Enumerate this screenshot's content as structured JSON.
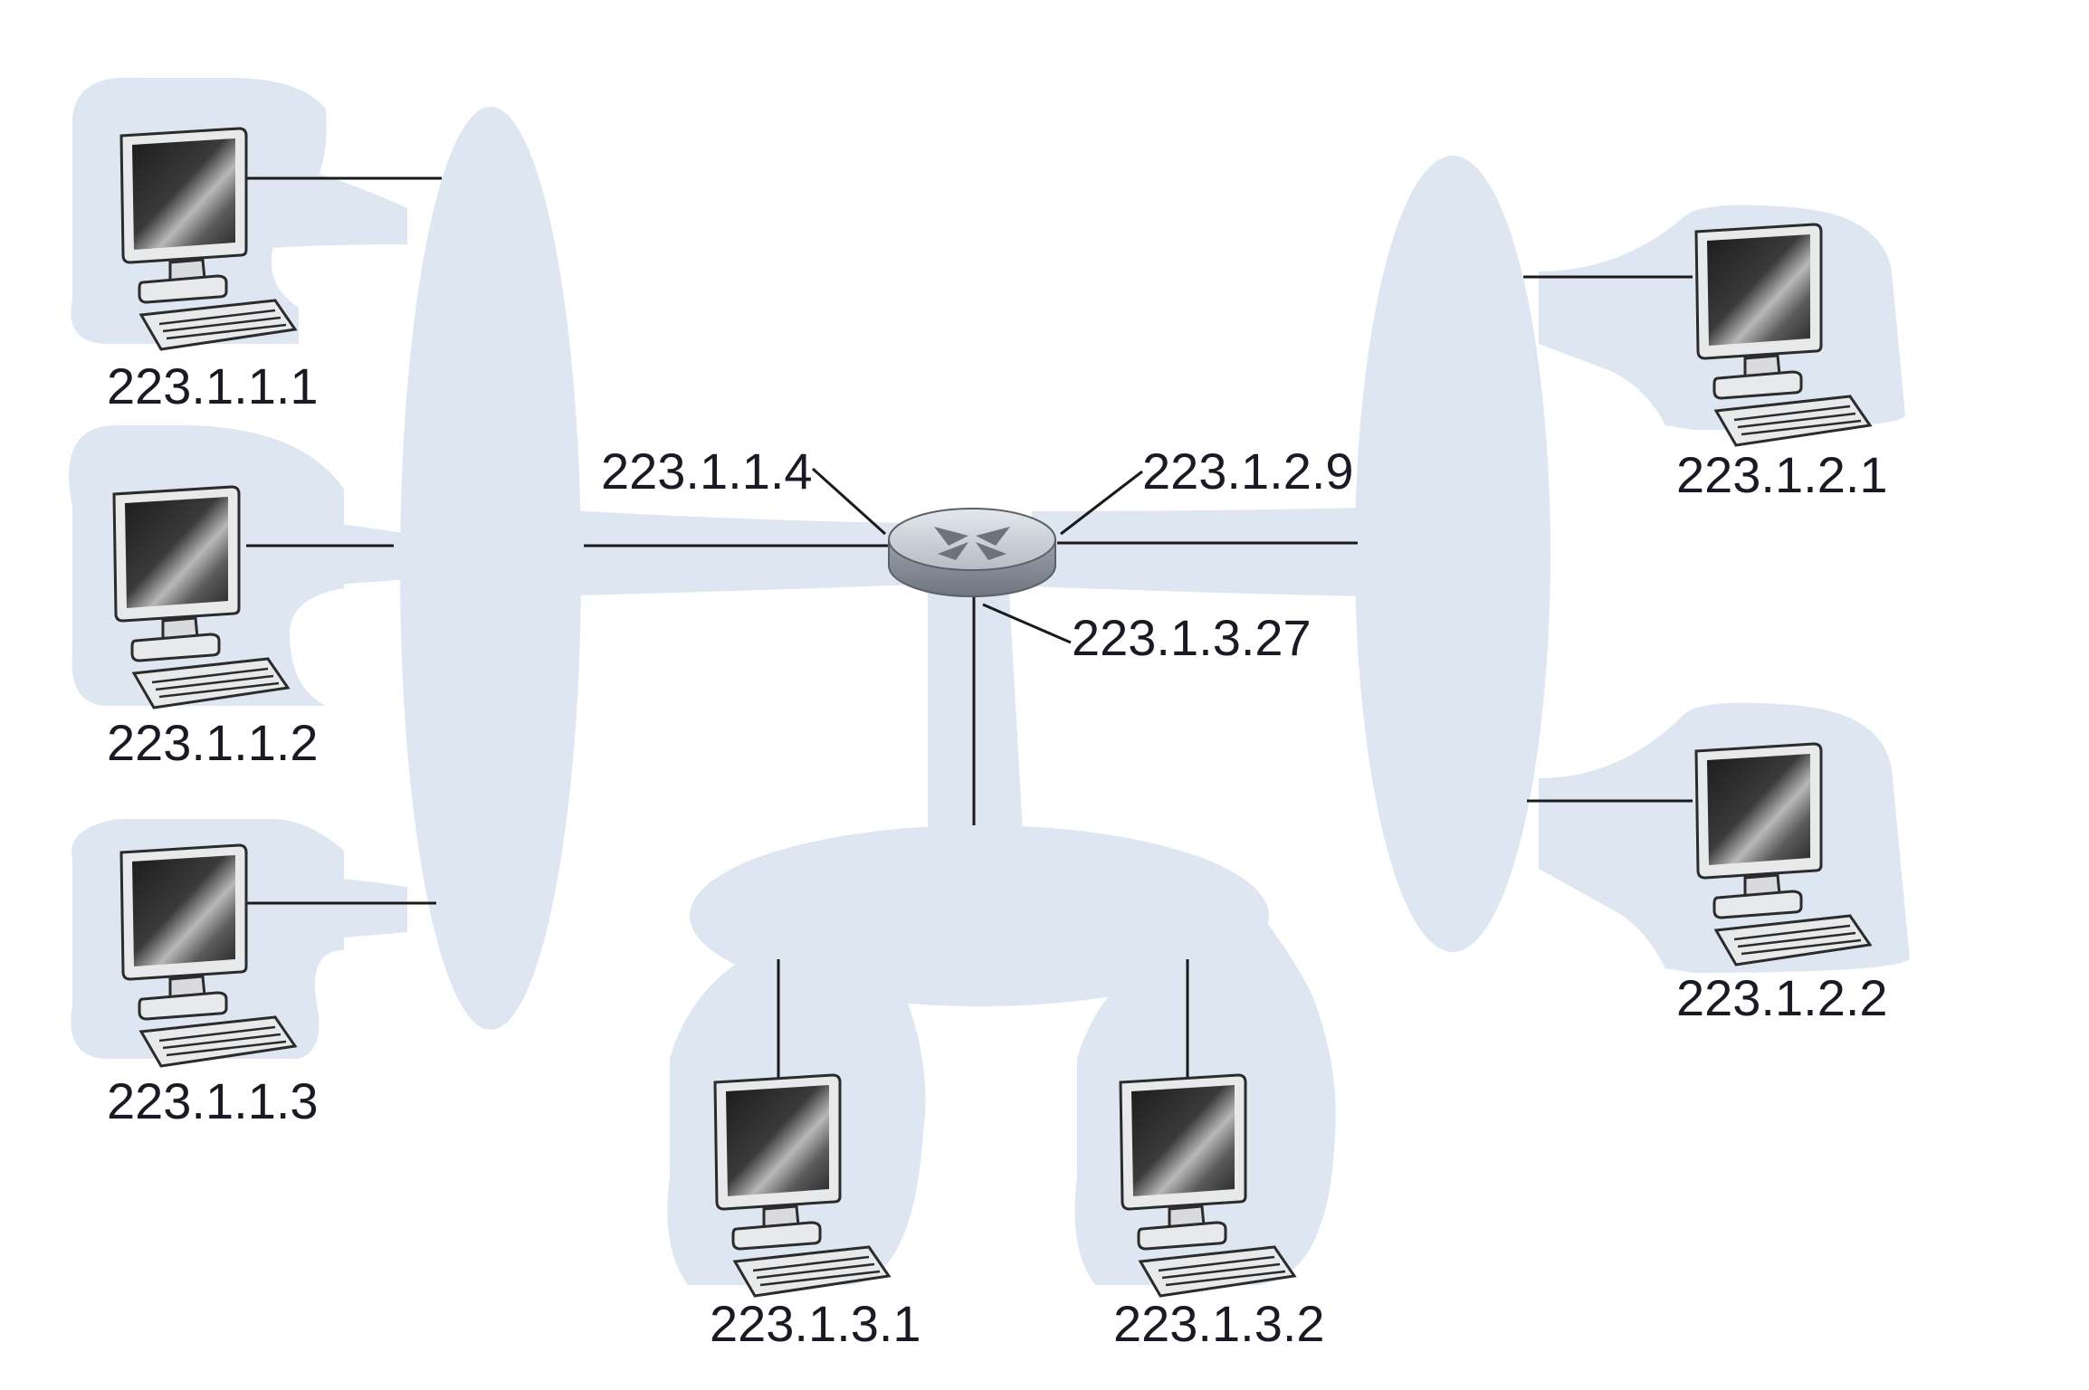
{
  "hosts": [
    {
      "id": "h111",
      "address": "223.1.1.1"
    },
    {
      "id": "h112",
      "address": "223.1.1.2"
    },
    {
      "id": "h113",
      "address": "223.1.1.3"
    },
    {
      "id": "h121",
      "address": "223.1.2.1"
    },
    {
      "id": "h122",
      "address": "223.1.2.2"
    },
    {
      "id": "h131",
      "address": "223.1.3.1"
    },
    {
      "id": "h132",
      "address": "223.1.3.2"
    }
  ],
  "router": {
    "interfaces": [
      {
        "id": "if1",
        "address": "223.1.1.4"
      },
      {
        "id": "if2",
        "address": "223.1.2.9"
      },
      {
        "id": "if3",
        "address": "223.1.3.27"
      }
    ]
  },
  "colors": {
    "subnet_fill": "#dde6f1",
    "wire": "#1a1a1a",
    "router_body": "#c7ccd3"
  }
}
